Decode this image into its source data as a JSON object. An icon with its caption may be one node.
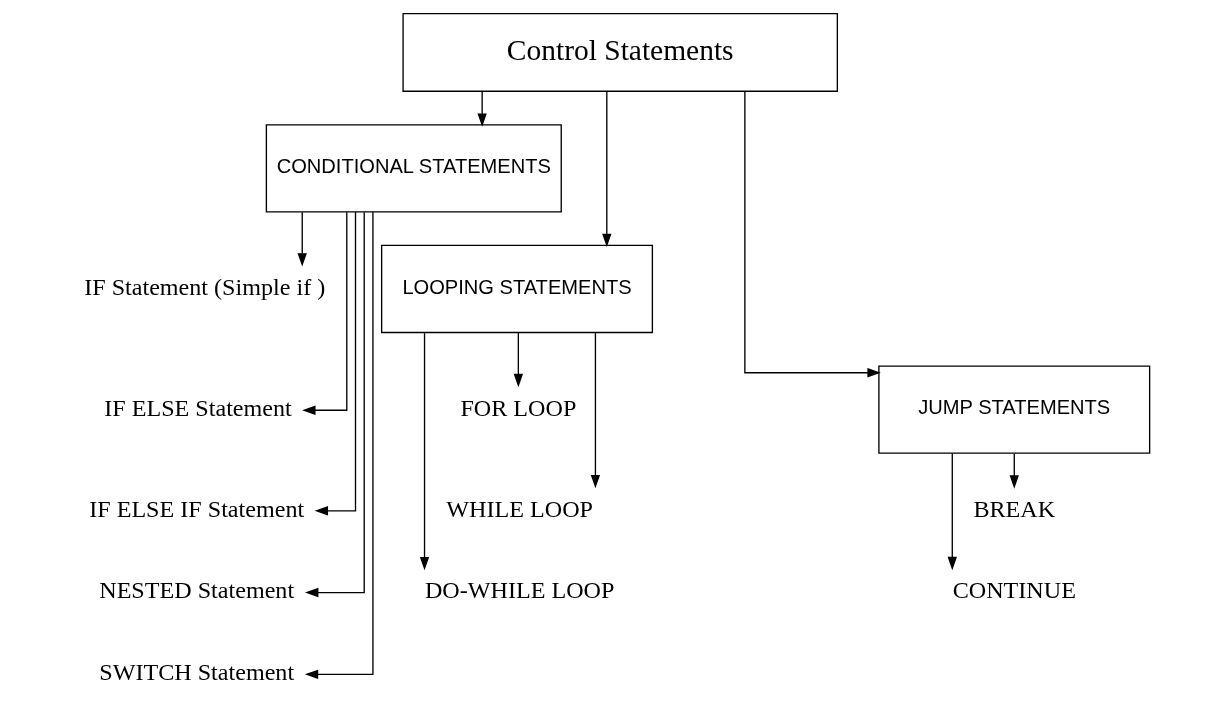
{
  "diagram": {
    "nodes": [
      {
        "text": [
          "Control Statements"
        ]
      },
      {
        "text": [
          "CONDITIONAL STATEMENTS"
        ]
      },
      {
        "text": [
          "LOOPING STATEMENTS"
        ]
      },
      {
        "text": [
          "JUMP STATEMENTS"
        ]
      },
      {
        "text": [
          "IF Statement (Simple if )"
        ]
      },
      {
        "text": [
          "IF ELSE Statement"
        ]
      },
      {
        "text": [
          "IF ELSE IF Statement"
        ]
      },
      {
        "text": [
          "NESTED Statement"
        ]
      },
      {
        "text": [
          "SWITCH Statement"
        ]
      },
      {
        "text": [
          "FOR LOOP"
        ]
      },
      {
        "text": [
          "WHILE LOOP"
        ]
      },
      {
        "text": [
          "DO-WHILE LOOP"
        ]
      },
      {
        "text": [
          "BREAK"
        ]
      },
      {
        "text": [
          "CONTINUE"
        ]
      }
    ],
    "edges": [
      {
        "from": 0,
        "to": 1,
        "arrow": "to"
      },
      {
        "from": 0,
        "to": 2,
        "arrow": "to"
      },
      {
        "from": 0,
        "to": 3,
        "arrow": "to"
      },
      {
        "from": 1,
        "to": 4,
        "arrow": "to"
      },
      {
        "from": 1,
        "to": 5,
        "arrow": "to"
      },
      {
        "from": 1,
        "to": 6,
        "arrow": "to"
      },
      {
        "from": 1,
        "to": 7,
        "arrow": "to"
      },
      {
        "from": 1,
        "to": 8,
        "arrow": "to"
      },
      {
        "from": 2,
        "to": 9,
        "arrow": "to"
      },
      {
        "from": 2,
        "to": 10,
        "arrow": "to"
      },
      {
        "from": 2,
        "to": 11,
        "arrow": "to"
      },
      {
        "from": 3,
        "to": 12,
        "arrow": "to"
      },
      {
        "from": 3,
        "to": 13,
        "arrow": "to"
      }
    ]
  }
}
